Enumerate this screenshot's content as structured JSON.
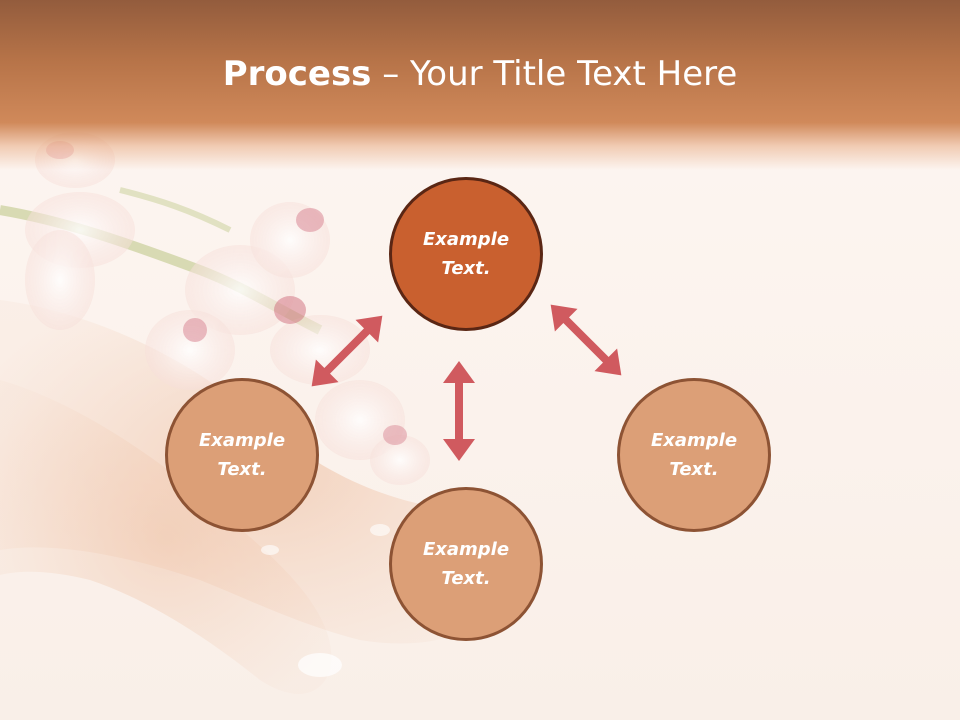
{
  "slide": {
    "title_bold": "Process",
    "title_rest": " – Your Title Text Here"
  },
  "nodes": [
    {
      "label": "Example\nText.",
      "style": "primary"
    },
    {
      "label": "Example\nText.",
      "style": "secondary"
    },
    {
      "label": "Example\nText.",
      "style": "secondary"
    },
    {
      "label": "Example\nText.",
      "style": "secondary"
    }
  ],
  "colors": {
    "header": "#b67348",
    "node_primary_fill": "#c9602f",
    "node_primary_border": "#5a2614",
    "node_secondary_fill": "#dc9f77",
    "node_secondary_border": "#8d5334",
    "arrow": "#d05a5f"
  }
}
